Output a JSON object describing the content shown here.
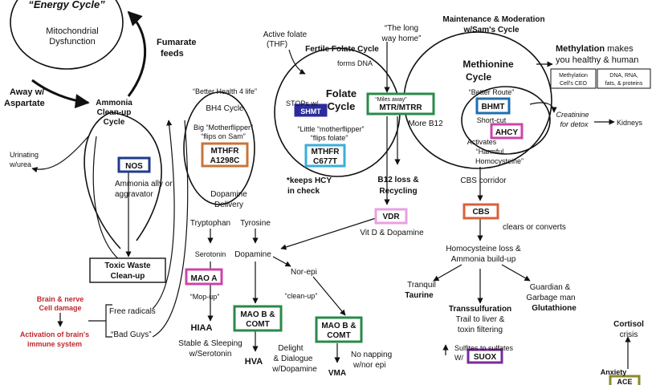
{
  "energy": {
    "title": "“Energy Cycle”",
    "sub1": "Mitochondrial",
    "sub2": "Dysfunction"
  },
  "fumarate": {
    "l1": "Fumarate",
    "l2": "feeds"
  },
  "away": {
    "l1": "Away w/",
    "l2": "Aspartate"
  },
  "ammonia_cycle": {
    "l1": "Ammonia",
    "l2": "Clean-up",
    "l3": "Cycle"
  },
  "urinating": {
    "l1": "Urinating",
    "l2": "w/urea"
  },
  "nos": {
    "label": "NOS",
    "color": "#1f3b8c"
  },
  "ammonia_ally": {
    "l1": "Ammonia ally or",
    "l2": "aggravator"
  },
  "toxic": {
    "l1": "Toxic Waste",
    "l2": "Clean-up"
  },
  "brain": {
    "l1": "Brain & nerve",
    "l2": "Cell damage",
    "color": "#c0282c"
  },
  "activation": {
    "l1": "Activation of brain's",
    "l2": "immune system"
  },
  "free_radicals": "Free radicals",
  "bad_guys": "“Bad Guys”",
  "bh4": {
    "quote": "“Better Health 4 life”",
    "cycle": "BH4 Cycle",
    "big1": "Big “Motherflipper”",
    "big2": "“flips on Sam”"
  },
  "mthfr1": {
    "l1": "MTHFR",
    "l2": "A1298C",
    "color": "#c8743a"
  },
  "dopamine_delivery": {
    "l1": "Dopamine",
    "l2": "Delivery"
  },
  "tryptophan": "Tryptophan",
  "serotonin": "Serotonin",
  "mao_a": {
    "label": "MAO A",
    "color": "#cc44aa"
  },
  "mop_up": "“Mop-up”",
  "hiaa": "HIAA",
  "stable": {
    "l1": "Stable & Sleeping",
    "l2": "w/Serotonin"
  },
  "tyrosine": "Tyrosine",
  "dopamine": "Dopamine",
  "nor_epi": "Nor-epi",
  "clean_up": "“clean-up”",
  "mao_b1": {
    "l1": "MAO B &",
    "l2": "COMT",
    "color": "#2a8a4a"
  },
  "mao_b2": {
    "l1": "MAO B &",
    "l2": "COMT"
  },
  "hva": "HVA",
  "delight": {
    "l1": "Delight",
    "l2": "& Dialogue",
    "l3": "w/Dopamine"
  },
  "vma": "VMA",
  "no_napping": {
    "l1": "No napping",
    "l2": "w/nor epi"
  },
  "active_folate": {
    "l1": "Active folate",
    "l2": "(THF)"
  },
  "fertile": "Fertile Folate Cycle",
  "forms_dna": "forms DNA",
  "long_way": {
    "l1": "“The long",
    "l2": "way home”"
  },
  "folate_cycle": {
    "l1": "Folate",
    "l2": "Cycle"
  },
  "stops": "STOPs w/",
  "shmt": {
    "label": "SHMT",
    "color": "#2b2b9c"
  },
  "little": {
    "l1": "“Little “motherflipper”",
    "l2": "“flips folate”"
  },
  "mthfr2": {
    "l1": "MTHFR",
    "l2": "C677T",
    "color": "#3aaed8"
  },
  "keeps": {
    "l1": "*keeps HCY",
    "l2": "in check"
  },
  "miles": "“Miles away”",
  "mtr": {
    "label": "MTR/MTRR",
    "color": "#2a8a4a"
  },
  "more_b12": "More B12",
  "b12": {
    "l1": "B12 loss &",
    "l2": "Recycling"
  },
  "vdr": {
    "label": "VDR",
    "color": "#e8a0e0"
  },
  "vitd": "Vit D & Dopamine",
  "maintenance": {
    "l1": "Maintenance & Moderation",
    "l2": "w/Sam's Cycle"
  },
  "methionine": {
    "l1": "Methionine",
    "l2": "Cycle"
  },
  "better_route": "“Better Route”",
  "bhmt": {
    "label": "BHMT",
    "color": "#1e6fb0"
  },
  "short_cut": "Short-cut",
  "ahcy": {
    "label": "AHCY",
    "color": "#cc44aa"
  },
  "activates": {
    "l1": "Activates",
    "l2": "“Harmful",
    "l3": "Homocysteine”"
  },
  "methylation": {
    "l1": "Methylation",
    "l1b": " makes",
    "l2": "you healthy & human"
  },
  "ceo": {
    "l1": "Methylation",
    "l2": "Cell's CEO"
  },
  "dna": {
    "l1": "DNA, RNA,",
    "l2": "fats, & proteins"
  },
  "creatinine": {
    "l1": "Creatinine",
    "l2": "for detox"
  },
  "kidneys": "Kidneys",
  "cbs_corridor": "CBS corridor",
  "cbs": {
    "label": "CBS",
    "color": "#d9603a"
  },
  "clears": "clears or converts",
  "homocysteine_loss": {
    "l1": "Homocysteine loss &",
    "l2": "Ammonia build-up"
  },
  "tranquil": {
    "l1": "Tranquil",
    "l2": "Taurine"
  },
  "guardian": {
    "l1": "Guardian &",
    "l2": "Garbage man",
    "l3": "Glutathione"
  },
  "transsulfuration": {
    "l1": "Transsulfuration",
    "l2": "Trail to liver &",
    "l3": "toxin filtering"
  },
  "sulfites": {
    "l1": "Sulfites to sulfates",
    "l2": "W/"
  },
  "suox": {
    "label": "SUOX",
    "color": "#7a2aa0"
  },
  "cortisol": {
    "l1": "Cortisol",
    "l2": "crisis"
  },
  "anxiety": "Anxiety",
  "ace": {
    "label": "ACE",
    "color": "#8a8a2a"
  }
}
